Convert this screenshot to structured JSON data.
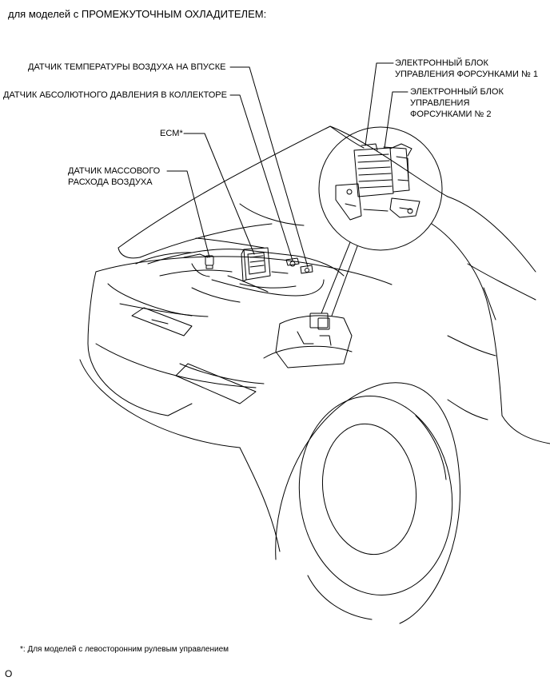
{
  "heading": "для моделей с ПРОМЕЖУТОЧНЫМ ОХЛАДИТЕЛЕМ:",
  "labels": {
    "intake_air_temp_sensor": "ДАТЧИК ТЕМПЕРАТУРЫ ВОЗДУХА НА ВПУСКЕ",
    "manifold_abs_pressure_sensor": "ДАТЧИК АБСОЛЮТНОГО ДАВЛЕНИЯ В КОЛЛЕКТОРЕ",
    "ecm": "ECM*",
    "mass_air_flow_sensor": "ДАТЧИК МАССОВОГО\nРАСХОДА ВОЗДУХА",
    "injector_driver_1": "ЭЛЕКТРОННЫЙ БЛОК\nУПРАВЛЕНИЯ ФОРСУНКАМИ № 1",
    "injector_driver_2": "ЭЛЕКТРОННЫЙ БЛОК\nУПРАВЛЕНИЯ\nФОРСУНКАМИ № 2"
  },
  "footnote": "*: Для моделей с левосторонним рулевым управлением",
  "corner_mark": "O"
}
